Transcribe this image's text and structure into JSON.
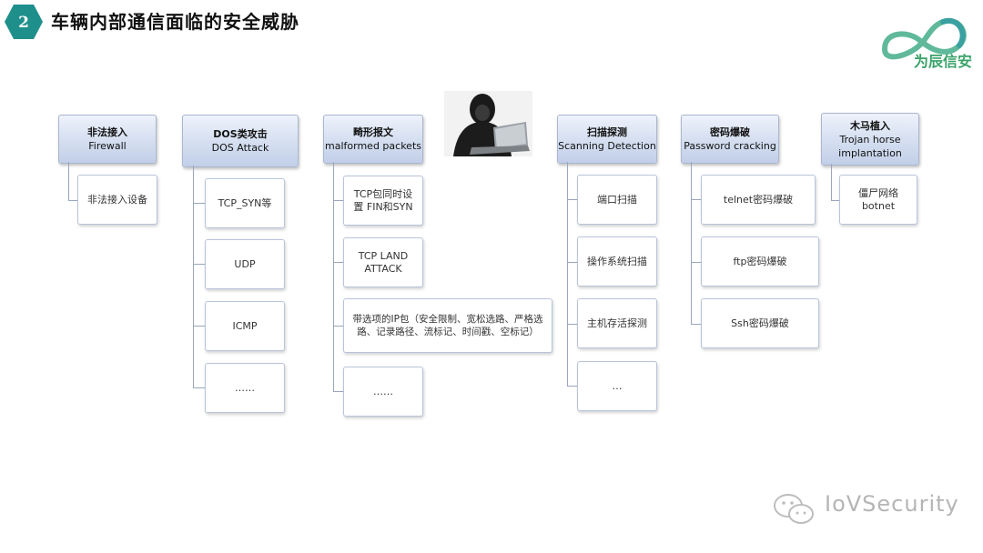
{
  "slide": {
    "badge_number": "2",
    "title": "车辆内部通信面临的安全威胁"
  },
  "logo": {
    "text": "为辰信安"
  },
  "watermark": {
    "text": "IoVSecurity"
  },
  "categories": [
    {
      "title_cn": "非法接入",
      "title_en": "Firewall",
      "items": [
        "非法接入设备"
      ]
    },
    {
      "title_cn": "DOS类攻击",
      "title_en": "DOS Attack",
      "items": [
        "TCP_SYN等",
        "UDP",
        "ICMP",
        "……"
      ]
    },
    {
      "title_cn": "畸形报文",
      "title_en": "malformed packets",
      "items": [
        "TCP包同时设置 FIN和SYN",
        "TCP LAND ATTACK",
        "带选项的IP包（安全限制、宽松选路、严格选路、记录路径、流标记、时间戳、空标记）",
        "……"
      ]
    },
    {
      "title_cn": "扫描探测",
      "title_en": "Scanning Detection",
      "items": [
        "端口扫描",
        "操作系统扫描",
        "主机存活探测",
        "…"
      ]
    },
    {
      "title_cn": "密码爆破",
      "title_en": "Password cracking",
      "items": [
        "telnet密码爆破",
        "ftp密码爆破",
        "Ssh密码爆破"
      ]
    },
    {
      "title_cn": "木马植入",
      "title_en": "Trojan horse implantation",
      "items": [
        "僵尸网络 botnet"
      ]
    }
  ]
}
